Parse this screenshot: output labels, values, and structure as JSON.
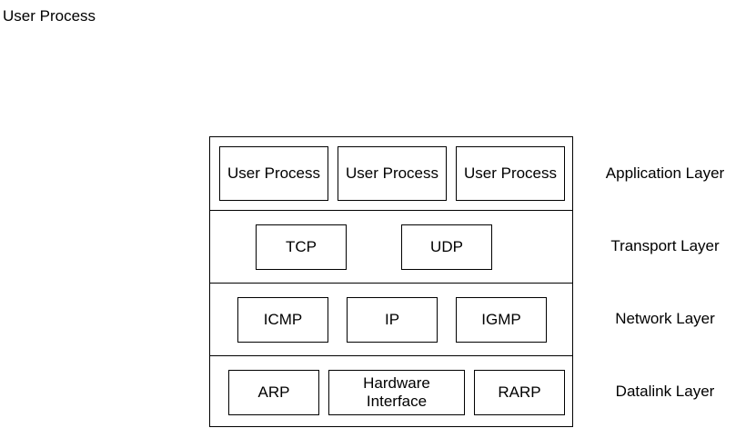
{
  "corner_label": "User Process",
  "layers": {
    "application": {
      "label": "Application Layer",
      "boxes": [
        "User Process",
        "User Process",
        "User Process"
      ]
    },
    "transport": {
      "label": "Transport Layer",
      "boxes": [
        "TCP",
        "UDP"
      ]
    },
    "network": {
      "label": "Network Layer",
      "boxes": [
        "ICMP",
        "IP",
        "IGMP"
      ]
    },
    "datalink": {
      "label": "Datalink Layer",
      "boxes": [
        "ARP",
        "Hardware Interface",
        "RARP"
      ],
      "hardware_interface_lines": [
        "Hardware",
        "Interface"
      ]
    }
  }
}
